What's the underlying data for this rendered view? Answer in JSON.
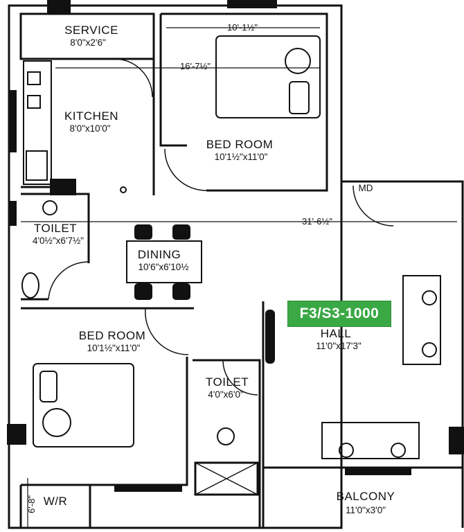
{
  "plan_code": "F3/S3-1000",
  "rooms": {
    "service": {
      "name": "SERVICE",
      "dim": "8'0\"x2'6\""
    },
    "kitchen": {
      "name": "KITCHEN",
      "dim": "8'0\"x10'0\""
    },
    "bed_top": {
      "name": "BED ROOM",
      "dim": "10'1½\"x11'0\""
    },
    "toilet_left": {
      "name": "TOILET",
      "dim": "4'0½\"x6'7½\""
    },
    "dining": {
      "name": "DINING",
      "dim": "10'6\"x6'10½"
    },
    "bed_bottom": {
      "name": "BED ROOM",
      "dim": "10'1½\"x11'0\""
    },
    "toilet_mid": {
      "name": "TOILET",
      "dim": "4'0\"x6'0\""
    },
    "hall": {
      "name": "HALL",
      "dim": "11'0\"x17'3\""
    },
    "balcony": {
      "name": "BALCONY",
      "dim": "11'0\"x3'0\""
    },
    "wr": {
      "name": "W/R"
    },
    "md": {
      "name": "MD"
    }
  },
  "dimensions": {
    "top_width": "10'-1½\"",
    "mid_width": "16'-7½\"",
    "full_width": "31'-6½\"",
    "wr_side": "6'-8\""
  }
}
